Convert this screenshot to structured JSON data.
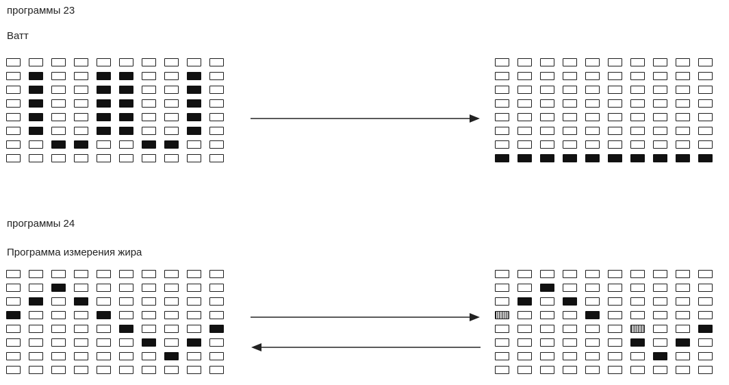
{
  "sections": [
    {
      "heading": "программы 23",
      "subtitle": "Ватт",
      "left_grid": [
        "0000000000",
        "0100110010",
        "0100110010",
        "0100110010",
        "0100110010",
        "0100110010",
        "0011001100",
        "0000000000"
      ],
      "right_grid": [
        "0000000000",
        "0000000000",
        "0000000000",
        "0000000000",
        "0000000000",
        "0000000000",
        "0000000000",
        "1111111111"
      ],
      "arrows": [
        "right"
      ]
    },
    {
      "heading": "программы 24",
      "subtitle": "Программа измерения жира",
      "left_grid": [
        "0000000000",
        "0010000000",
        "0101000000",
        "1000100000",
        "0000010001",
        "0000001010",
        "0000000100",
        "0000000000"
      ],
      "right_grid": [
        "0000000000",
        "0010000000",
        "0101000000",
        "h000100000",
        "000000h001",
        "0000001010",
        "0000000100",
        "0000000000"
      ],
      "arrows": [
        "right",
        "left"
      ]
    }
  ],
  "cell_states": {
    "0": "off",
    "1": "on",
    "h": "partial"
  },
  "colors": {
    "on": "#111111",
    "off": "#ffffff",
    "outline": "#1a1a1a",
    "arrow": "#222222"
  }
}
